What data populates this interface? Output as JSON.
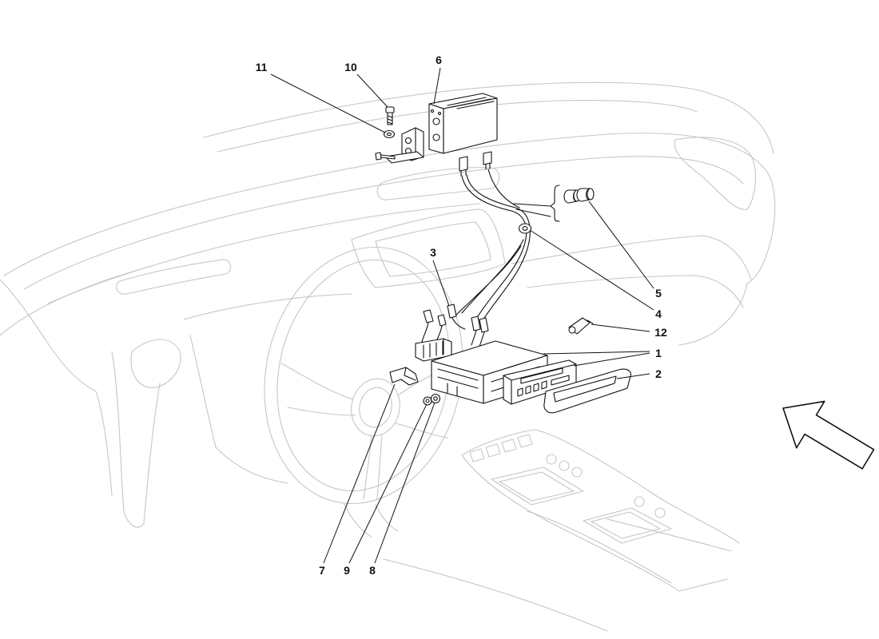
{
  "colors": {
    "outline": "#c6c6c6",
    "parts": "#111111",
    "background": "#ffffff"
  },
  "callouts": {
    "p1": "1",
    "p2": "2",
    "p3": "3",
    "p4": "4",
    "p5": "5",
    "p6": "6",
    "p7": "7",
    "p8": "8",
    "p9": "9",
    "p10": "10",
    "p11": "11",
    "p12": "12"
  }
}
